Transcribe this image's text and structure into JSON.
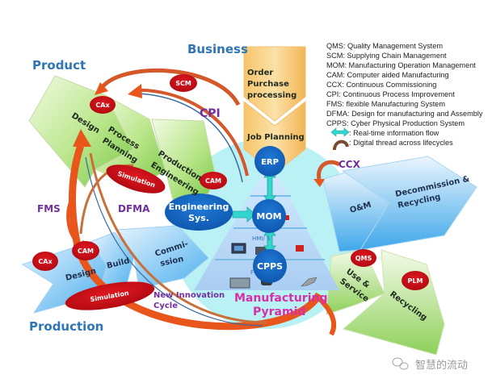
{
  "sections": {
    "product": "Product",
    "business": "Business",
    "production": "Production"
  },
  "business_chevrons": {
    "order": [
      "Order",
      "Purchase",
      "processing"
    ],
    "job_planning": "Job Planning"
  },
  "product_chain": {
    "design": "Design",
    "process_planning": [
      "Process",
      "Planning"
    ],
    "production_engineering": [
      "Production",
      "Engineering"
    ]
  },
  "production_chain": {
    "design": "Design",
    "build": "Build",
    "commission": [
      "Commi-",
      "ssion"
    ]
  },
  "lifecycle_chain": {
    "om": "O&M",
    "decommission": [
      "Decommission &",
      "Recycling"
    ],
    "use_service": [
      "Use &",
      "Service"
    ],
    "recycling": "Recycling"
  },
  "badges": {
    "scm": "SCM",
    "cax_top": "CAx",
    "cam_top": "CAM",
    "simulation_top": "Simulation",
    "cax_bottom": "CAx",
    "cam_bottom": "CAM",
    "simulation_bottom": "Simulation",
    "qms": "QMS",
    "plm": "PLM"
  },
  "pyramid": {
    "erp": "ERP",
    "mom": "MOM",
    "cpps": "CPPS",
    "engineering_sys": [
      "Engineering",
      "Sys."
    ],
    "hmi": "HMI/ S",
    "f_label": "F",
    "title": [
      "Manufacturing",
      "Pyramid"
    ]
  },
  "flow_labels": {
    "cpi": "CPI",
    "ccx": "CCX",
    "fms": "FMS",
    "dfma": "DFMA",
    "new_innovation": [
      "New Innovation",
      "Cycle"
    ]
  },
  "legend": {
    "entries": [
      "QMS: Quality Management System",
      "SCM: Supplying Chain Management",
      "MOM: Manufacturing Operation Management",
      "CAM: Computer aided Manufacturing",
      "CCX: Continuous Commissioning",
      "CPI: Continuous Process Improvement",
      "FMS: flexible Manufacturing System",
      "DFMA: Design for manufacturing and Assembly",
      "CPPS: Cyber Physical Production System"
    ],
    "realtime_flow": ": Real-time information flow",
    "digital_thread": ": Digital thread across lifecycles"
  },
  "watermark": "智慧的流动",
  "colors": {
    "badge_red": "#c8101a",
    "node_blue": "#1565c0",
    "arrow_orange": "#e8561c",
    "cyan_arrow": "#33d6cc",
    "section_blue": "#2e75b6",
    "purple": "#7030a0",
    "magenta": "#d62fa8"
  }
}
